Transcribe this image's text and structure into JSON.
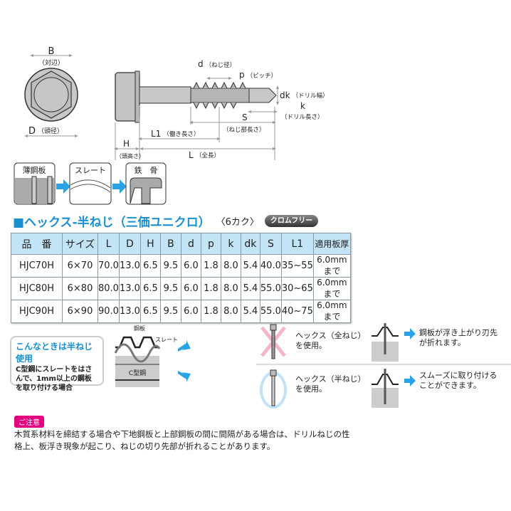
{
  "diagram": {
    "B": "B",
    "B_note": "（対辺）",
    "D": "D",
    "D_note": "（頭径）",
    "d": "d",
    "d_note": "（ねじ径）",
    "p": "p",
    "p_note": "（ピッチ）",
    "dk": "dk",
    "dk_note": "（ドリル幅）",
    "k": "k",
    "k_note": "（ドリル長さ）",
    "S": "S",
    "S_note": "（ねじ部長さ）",
    "L1": "L1",
    "L1_note": "（働き長さ）",
    "H": "H",
    "H_note": "（頭高さ）",
    "L": "L",
    "L_note": "（全長）"
  },
  "materials": [
    "薄鋼板",
    "スレート",
    "鉄　骨"
  ],
  "product": {
    "title": "■ヘックス-半ねじ（三価ユニクロ）",
    "head_type": "〈6カク〉",
    "badge": "クロムフリー"
  },
  "table": {
    "headers": [
      "品　番",
      "サイズ",
      "L",
      "D",
      "H",
      "B",
      "d",
      "p",
      "k",
      "dk",
      "S",
      "L1",
      "適用板厚"
    ],
    "rows": [
      [
        "HJC70H",
        "6×70",
        "70.0",
        "13.0",
        "6.5",
        "9.5",
        "6.0",
        "1.8",
        "8.0",
        "5.4",
        "40.0",
        "35~55",
        "6.0mmまで"
      ],
      [
        "HJC80H",
        "6×80",
        "80.0",
        "13.0",
        "6.5",
        "9.5",
        "6.0",
        "1.8",
        "8.0",
        "5.4",
        "55.0",
        "30~65",
        "6.0mmまで"
      ],
      [
        "HJC90H",
        "6×90",
        "90.0",
        "13.0",
        "6.5",
        "9.5",
        "6.0",
        "1.8",
        "8.0",
        "5.4",
        "55.0",
        "40~75",
        "6.0mmまで"
      ]
    ]
  },
  "usage": {
    "callout_title": "こんなときは半ねじ使用",
    "callout_text": "C型鋼にスレートをはさんで、1mm以上の鋼板を取り付ける場合",
    "label_steel_sheet": "鋼板",
    "label_slate": "スレート",
    "label_c_steel": "C型鋼",
    "case_full": "ヘックス（全ねじ）を使用。",
    "result_full": "鋼板が浮き上がり刃先が折れます。",
    "case_half": "ヘックス（半ねじ）を使用。",
    "result_half": "スムーズに取り付けることができます。"
  },
  "note": {
    "badge": "ご注意",
    "text": "木質系材料を締結する場合や下地鋼板と上部鋼板の間に間隔がある場合は、ドリルねじの性格上、板浮き現象が起こり、ねじの切り先部が折れることがあります。"
  },
  "colors": {
    "accent": "#1a8fd0",
    "header_bg": "#c3e4f6",
    "note": "#e4007f",
    "arrow": "#2aa3e6"
  }
}
